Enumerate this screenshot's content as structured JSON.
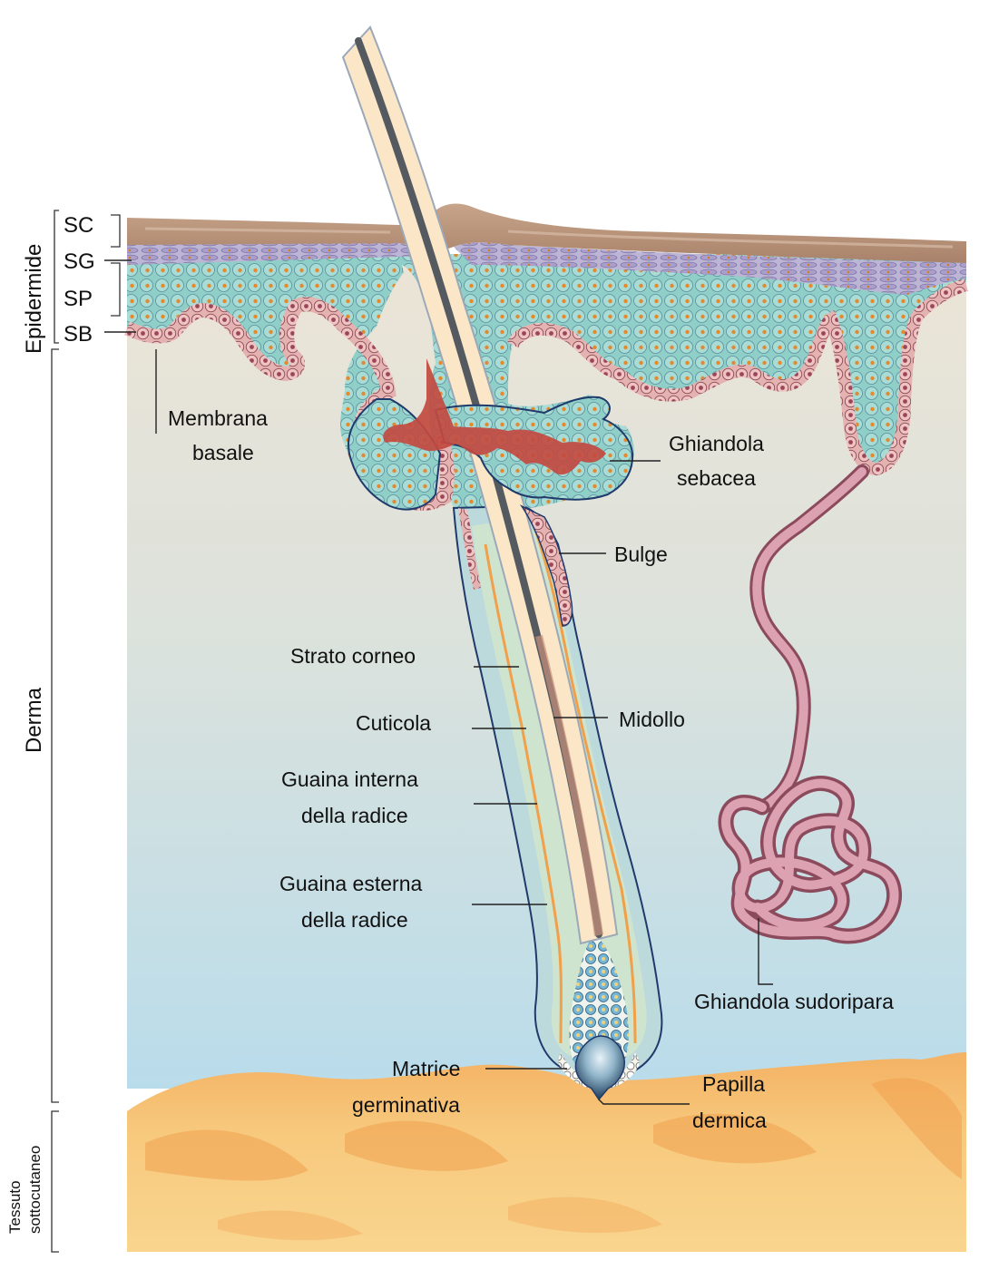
{
  "colors": {
    "skin_top": "#b89378",
    "granular": "#b7b0cf",
    "keratinocyte": "#9ed6cf",
    "basal_cell": "#e4b2b0",
    "dermis_top": "#ece4d6",
    "dermis_bottom": "#b9dceb",
    "fat": "#f6c477",
    "fat_dark": "#f3a75c",
    "sebum": "#c24a40",
    "hair_shaft": "#fbe7c8",
    "medulla": "#555a60",
    "orange_sheath": "#f0a04a",
    "sweat_gland": "#c97f90",
    "outline": "#1f3a6b"
  },
  "layers": {
    "epidermis": {
      "group_label": "Epidermide",
      "strata": [
        "SC",
        "SG",
        "SP",
        "SB"
      ]
    },
    "dermis_label": "Derma",
    "subcutis_label_line1": "Tessuto",
    "subcutis_label_line2": "sottocutaneo"
  },
  "labels": {
    "membrana_1": "Membrana",
    "membrana_2": "basale",
    "ghiandola_seb_1": "Ghiandola",
    "ghiandola_seb_2": "sebacea",
    "bulge": "Bulge",
    "strato_corneo": "Strato corneo",
    "cuticola": "Cuticola",
    "midollo": "Midollo",
    "guaina_int_1": "Guaina interna",
    "guaina_int_2": "della radice",
    "guaina_est_1": "Guaina esterna",
    "guaina_est_2": "della radice",
    "ghiandola_sud": "Ghiandola sudoripara",
    "matrice_1": "Matrice",
    "matrice_2": "germinativa",
    "papilla_1": "Papilla",
    "papilla_2": "dermica"
  }
}
